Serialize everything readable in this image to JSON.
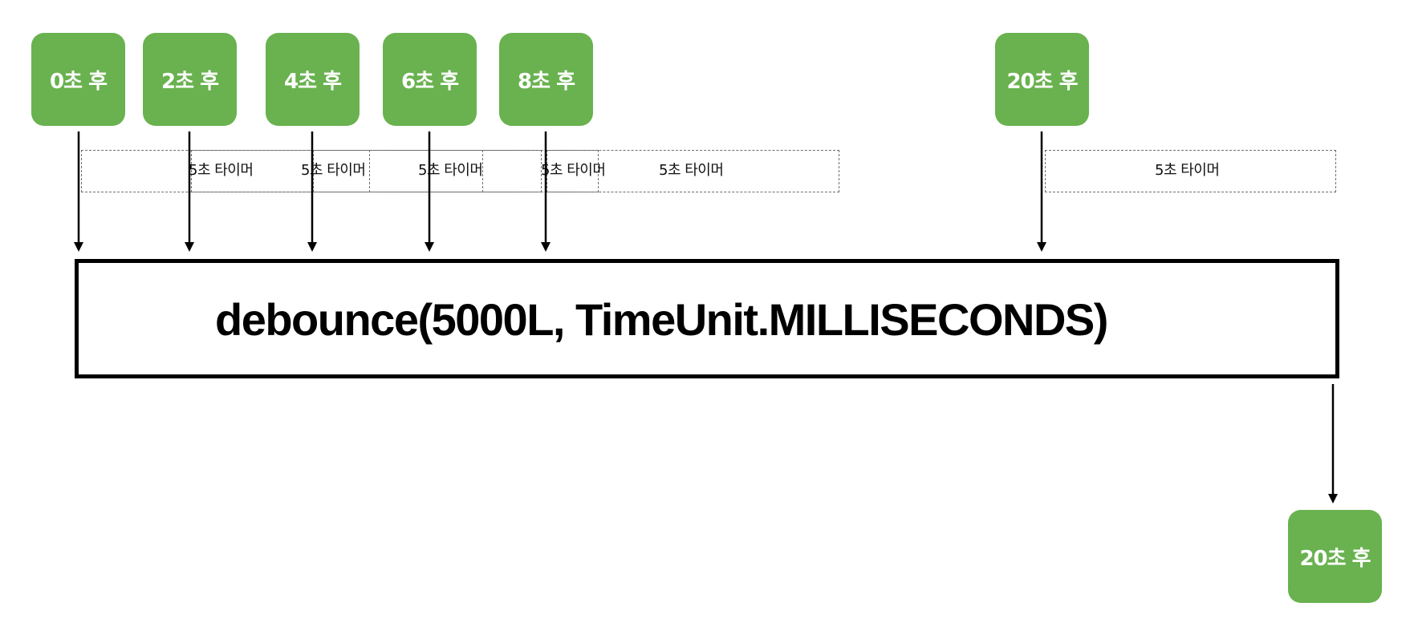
{
  "inputs": [
    {
      "label": "0초 후"
    },
    {
      "label": "2초 후"
    },
    {
      "label": "4초 후"
    },
    {
      "label": "6초 후"
    },
    {
      "label": "8초 후"
    },
    {
      "label": "20초 후"
    }
  ],
  "timers": [
    {
      "label": "5초 타이머"
    },
    {
      "label": "5초 타이머"
    },
    {
      "label": "5초 타이머"
    },
    {
      "label": "5초 타이머"
    },
    {
      "label": "5초 타이머"
    },
    {
      "label": "5초 타이머"
    }
  ],
  "operator": {
    "label": "debounce(5000L, TimeUnit.MILLISECONDS)"
  },
  "output": {
    "label": "20초 후"
  },
  "colors": {
    "event_fill": "#69b24f",
    "event_text": "#ffffff",
    "box_border": "#000000",
    "timer_border": "#6e6e6e"
  }
}
